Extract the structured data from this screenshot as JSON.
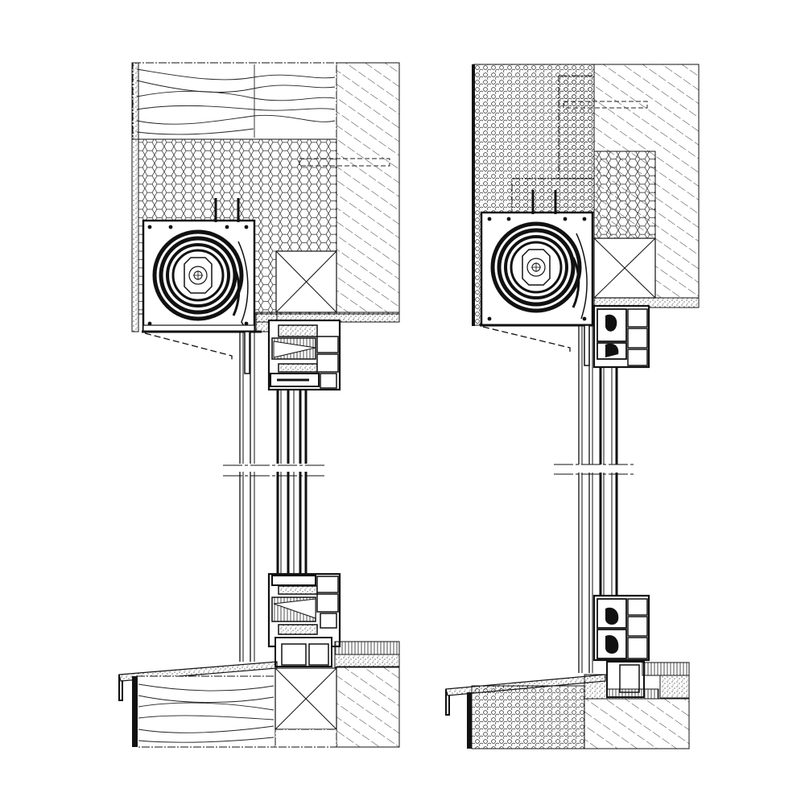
{
  "colors": {
    "background": "#ffffff",
    "line": "#111111",
    "fill_dark": "#161616",
    "fill_light": "#ffffff"
  },
  "sections": [
    {
      "name": "section-left",
      "components": [
        "insulation-wool",
        "insulation-eps",
        "roller-box",
        "masonry-hatch",
        "window-frame-top",
        "glazing",
        "window-frame-bottom",
        "sill",
        "timber-block"
      ]
    },
    {
      "name": "section-right",
      "components": [
        "insulation-stone",
        "insulation-eps",
        "roller-box",
        "masonry-hatch",
        "window-frame-top",
        "glazing",
        "window-frame-bottom",
        "sill",
        "timber-block"
      ]
    }
  ]
}
